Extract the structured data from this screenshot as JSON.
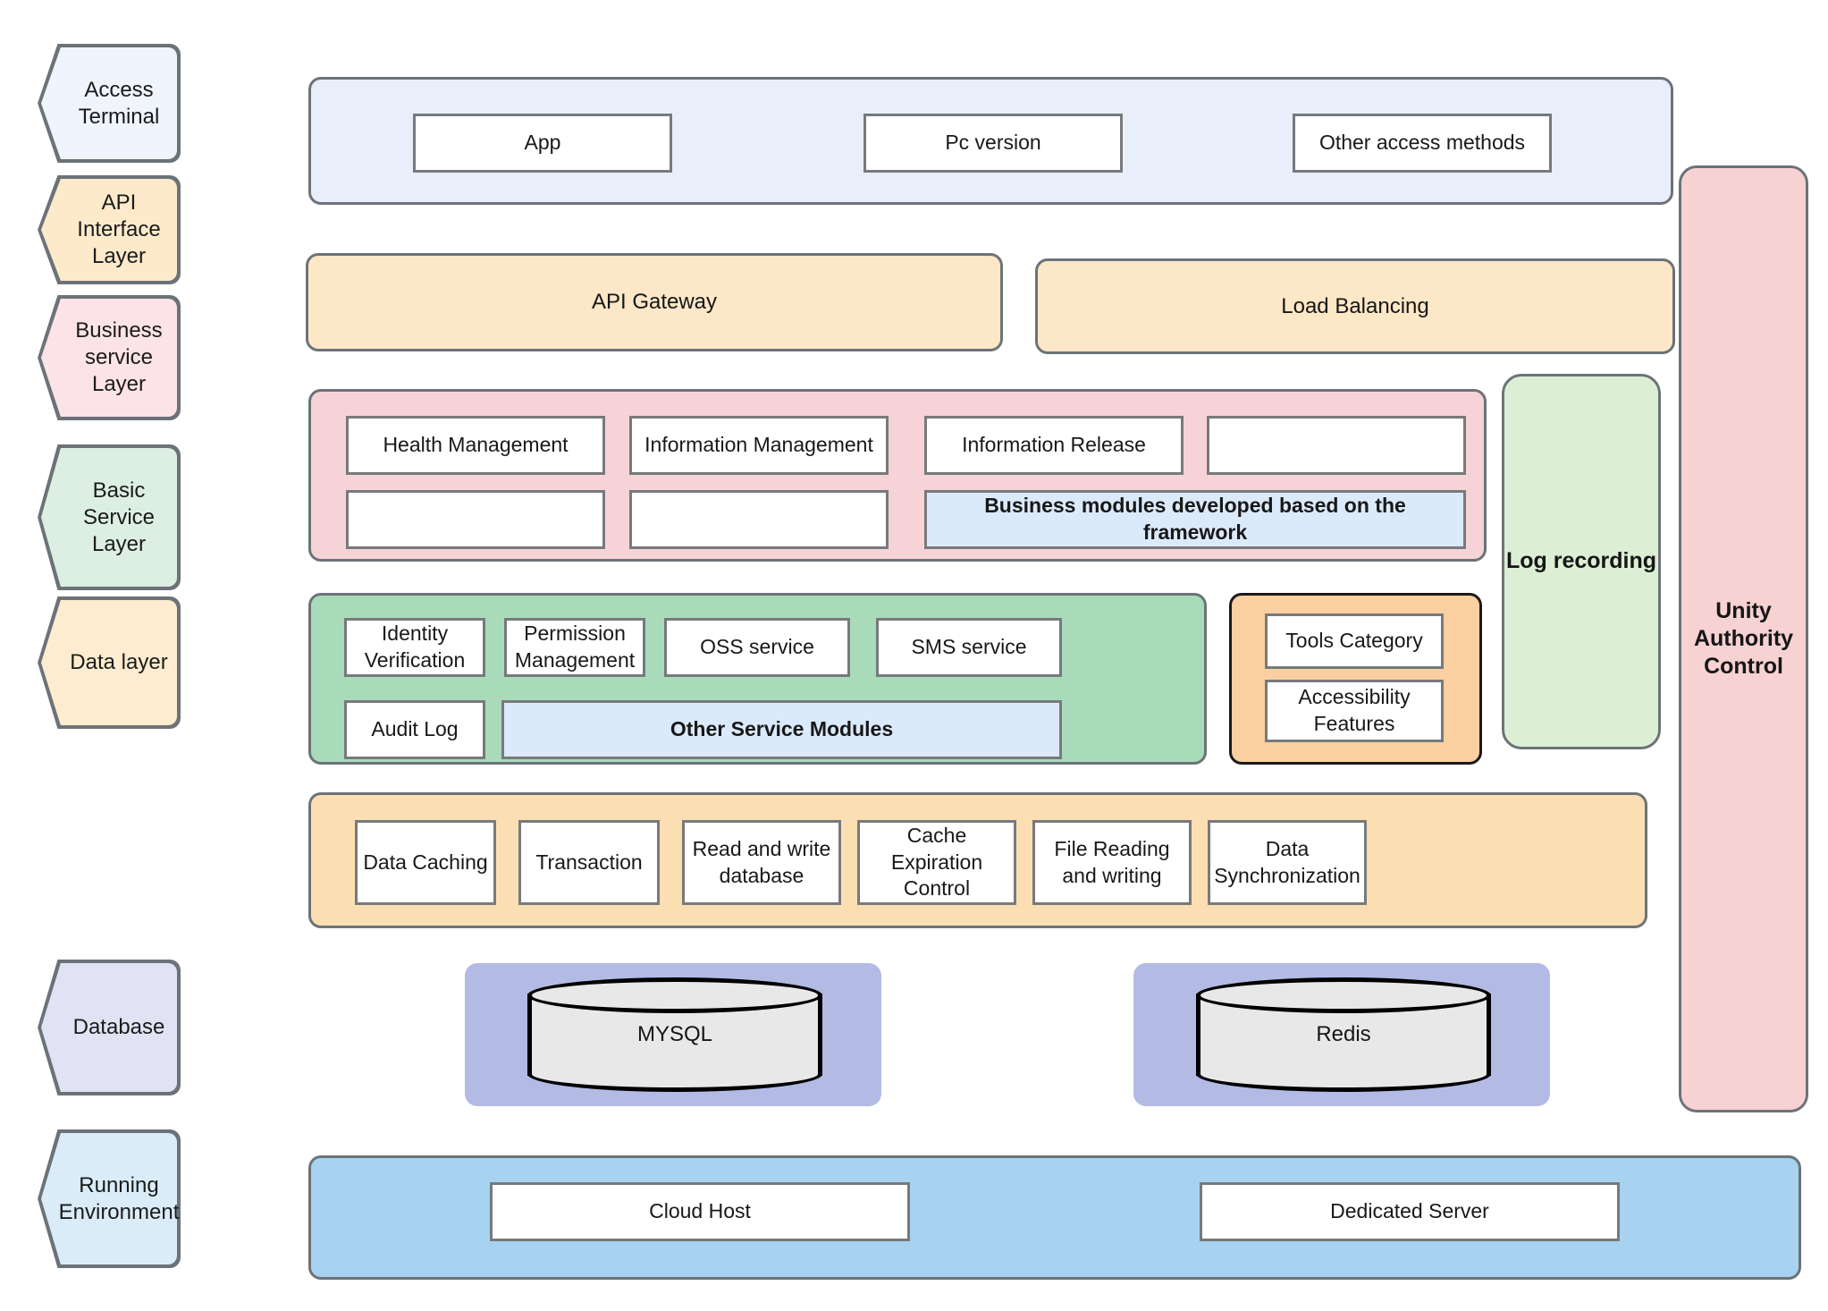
{
  "diagram": {
    "title": "System Architecture Layer Diagram",
    "layers": [
      {
        "key": "access-terminal",
        "label": "Access\nTerminal",
        "fill": "#eff4fd"
      },
      {
        "key": "api-interface",
        "label": "API Interface\nLayer",
        "fill": "#fceacb"
      },
      {
        "key": "business-service",
        "label": "Business\nservice\nLayer",
        "fill": "#fbe3e7"
      },
      {
        "key": "basic-service",
        "label": "Basic\nService\nLayer",
        "fill": "#dcefe2"
      },
      {
        "key": "data-layer",
        "label": "Data layer",
        "fill": "#fdeccf"
      },
      {
        "key": "database",
        "label": "Database",
        "fill": "#e1e2f3"
      },
      {
        "key": "running-env",
        "label": "Running\nEnvironment",
        "fill": "#d9ecf8"
      }
    ],
    "access_terminal": {
      "band_fill": "#e8effb",
      "items": [
        "App",
        "Pc version",
        "Other access methods"
      ]
    },
    "api_interface": {
      "band_fill": "#fce7c7",
      "items": [
        "API Gateway",
        "Load Balancing"
      ]
    },
    "business_service": {
      "band_fill": "#f6d3d6",
      "row1": [
        "Health Management",
        "Information Management",
        "Information Release",
        ""
      ],
      "row2": [
        "",
        ""
      ],
      "framework_note": "Business modules developed based on the framework",
      "framework_note_fill": "#dbeafb"
    },
    "basic_service": {
      "band_fill": "#a9dbbb",
      "row1": [
        "Identity Verification",
        "Permission Management",
        "OSS service",
        "SMS service"
      ],
      "row2_left": "Audit Log",
      "row2_note": "Other Service Modules",
      "row2_note_fill": "#dbeafb"
    },
    "tools_panel": {
      "band_fill": "#fbd0a0",
      "items": [
        "Tools Category",
        "Accessibility Features"
      ]
    },
    "log_recording": {
      "band_fill": "#dcefd5",
      "label": "Log recording"
    },
    "unity_authority": {
      "band_fill": "#f7d2d2",
      "label": "Unity Authority Control"
    },
    "data_layer": {
      "band_fill": "#fbdfb3",
      "items": [
        "Data Caching",
        "Transaction",
        "Read and write database",
        "Cache Expiration Control",
        "File Reading and writing",
        "Data Synchronization"
      ]
    },
    "database": {
      "tile_fill": "#b3bbe4",
      "items": [
        "MYSQL",
        "Redis"
      ]
    },
    "running_environment": {
      "band_fill": "#a7d3f0",
      "items": [
        "Cloud Host",
        "Dedicated Server"
      ]
    },
    "colors": {
      "border_gray": "#6c7378",
      "border_dark": "#1a1a1a",
      "text": "#161616"
    }
  }
}
